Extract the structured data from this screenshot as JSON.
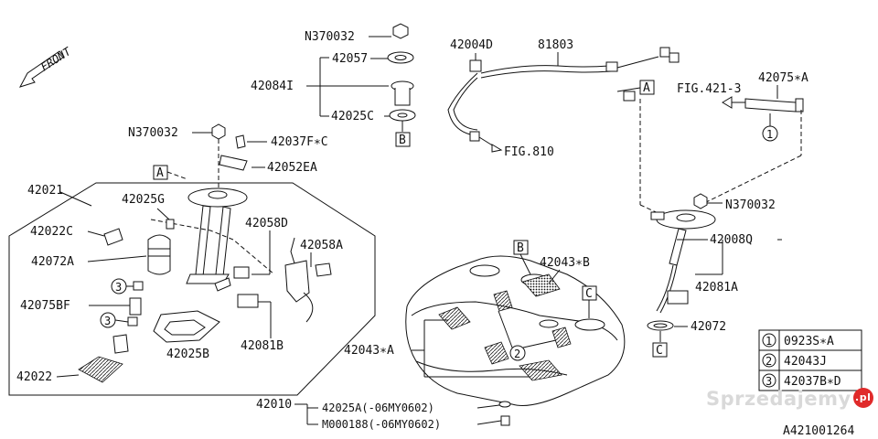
{
  "diagram": {
    "front_label": "FRONT",
    "figure_id": "A421001264",
    "watermark": {
      "text": "Sprzedajemy",
      "badge": ".pl"
    },
    "labels": {
      "n370032_top": "N370032",
      "p42057": "42057",
      "p42084i": "42084I",
      "p42025c": "42025C",
      "ref_b_top": "B",
      "n370032_left": "N370032",
      "p42037fc": "42037F∗C",
      "p42052ea": "42052EA",
      "ref_a_left": "A",
      "p42021": "42021",
      "p42025g": "42025G",
      "p42022c": "42022C",
      "p42072a": "42072A",
      "p42058d": "42058D",
      "p42058a": "42058A",
      "p42075bf": "42075BF",
      "p42081b": "42081B",
      "p42025b": "42025B",
      "p42022": "42022",
      "circ3a": "3",
      "circ3b": "3",
      "p42004d": "42004D",
      "p81803": "81803",
      "ref_a_right": "A",
      "fig810": "FIG.810",
      "fig4213": "FIG.421-3",
      "p42075a": "42075∗A",
      "circ1": "1",
      "n370032_right": "N370032",
      "p42008q": "42008Q",
      "p42081a": "42081A",
      "p42072": "42072",
      "ref_c_right": "C",
      "ref_b_tank": "B",
      "p42043b": "42043∗B",
      "ref_c_tank": "C",
      "p42043a": "42043∗A",
      "circ2": "2",
      "p42010": "42010",
      "p42025a": "42025A(-06MY0602)",
      "m000188": "M000188(-06MY0602)"
    },
    "legend": [
      {
        "num": "1",
        "part": "0923S∗A"
      },
      {
        "num": "2",
        "part": "42043J"
      },
      {
        "num": "3",
        "part": "42037B∗D"
      }
    ]
  }
}
